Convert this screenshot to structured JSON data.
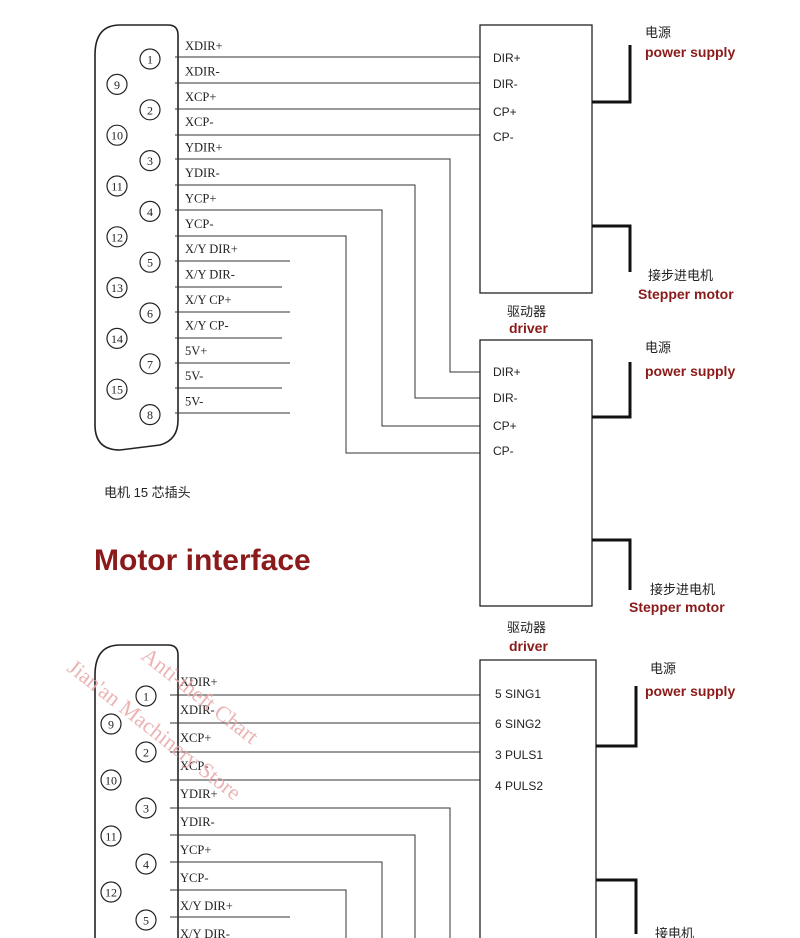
{
  "colors": {
    "accent": "#8b1a1a",
    "line": "#222222",
    "watermark": "#e8a8a8"
  },
  "diagram1": {
    "pins": [
      "1",
      "9",
      "2",
      "10",
      "3",
      "11",
      "4",
      "12",
      "5",
      "13",
      "6",
      "14",
      "7",
      "15",
      "8"
    ],
    "signals": [
      "XDIR+",
      "XDIR-",
      "XCP+",
      "XCP-",
      "YDIR+",
      "YDIR-",
      "YCP+",
      "YCP-",
      "X/Y DIR+",
      "X/Y DIR-",
      "X/Y CP+",
      "X/Y CP-",
      "5V+",
      "5V-",
      "5V-"
    ],
    "connector_label": "电机 15 芯插头",
    "driver1": {
      "terminals": [
        "DIR+",
        "DIR-",
        "CP+",
        "CP-"
      ],
      "power_cn": "电源",
      "power_en": "power supply",
      "motor_cn": "接步进电机",
      "motor_en": "Stepper motor",
      "label_cn": "驱动器",
      "label_en": "driver"
    },
    "driver2": {
      "terminals": [
        "DIR+",
        "DIR-",
        "CP+",
        "CP-"
      ],
      "power_cn": "电源",
      "power_en": "power supply",
      "motor_cn": "接步进电机",
      "motor_en": "Stepper motor",
      "label_cn": "驱动器",
      "label_en": "driver"
    }
  },
  "section_title": "Motor interface",
  "diagram2": {
    "pins": [
      "1",
      "9",
      "2",
      "10",
      "3",
      "11",
      "4",
      "12",
      "5"
    ],
    "signals": [
      "XDIR+",
      "XDIR-",
      "XCP+",
      "XCP-",
      "YDIR+",
      "YDIR-",
      "YCP+",
      "YCP-",
      "X/Y DIR+",
      "X/Y DIR-"
    ],
    "driver": {
      "terminals": [
        "5 SING1",
        "6 SING2",
        "3 PULS1",
        "4 PULS2"
      ],
      "power_cn": "电源",
      "power_en": "power supply",
      "motor_cn": "接电机"
    }
  },
  "watermark": {
    "line1": "Jian'an Machinery Store",
    "line2": "Anti-theft Chart"
  }
}
